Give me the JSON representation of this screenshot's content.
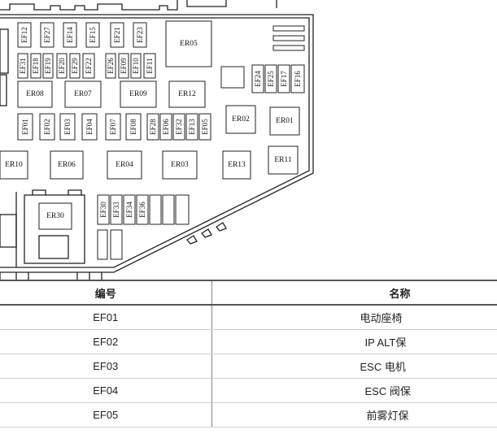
{
  "fuse_box": {
    "fuses": [
      "EF12",
      "EF27",
      "EF14",
      "EF15",
      "EF21",
      "EF23",
      "EF31",
      "EF18",
      "EF19",
      "EF20",
      "EF29",
      "EF22",
      "EF26",
      "EF09",
      "EF10",
      "EF11",
      "EF24",
      "EF25",
      "EF17",
      "EF16",
      "EF01",
      "EF02",
      "EF03",
      "EF04",
      "EF07",
      "EF08",
      "EF28",
      "EF06",
      "EF32",
      "EF13",
      "EF05",
      "EF30",
      "EF33",
      "EF34",
      "EF36"
    ],
    "relays": [
      "ER05",
      "ER08",
      "ER07",
      "ER09",
      "ER12",
      "ER02",
      "ER01",
      "ER10",
      "ER06",
      "ER04",
      "ER03",
      "ER13",
      "ER11",
      "ER30"
    ]
  },
  "table": {
    "headers": [
      "编号",
      "名称"
    ],
    "rows": [
      [
        "EF01",
        "电动座椅"
      ],
      [
        "EF02",
        "IP ALT保"
      ],
      [
        "EF03",
        "ESC 电机"
      ],
      [
        "EF04",
        "ESC 阀保"
      ],
      [
        "EF05",
        "前雾灯保"
      ]
    ]
  }
}
